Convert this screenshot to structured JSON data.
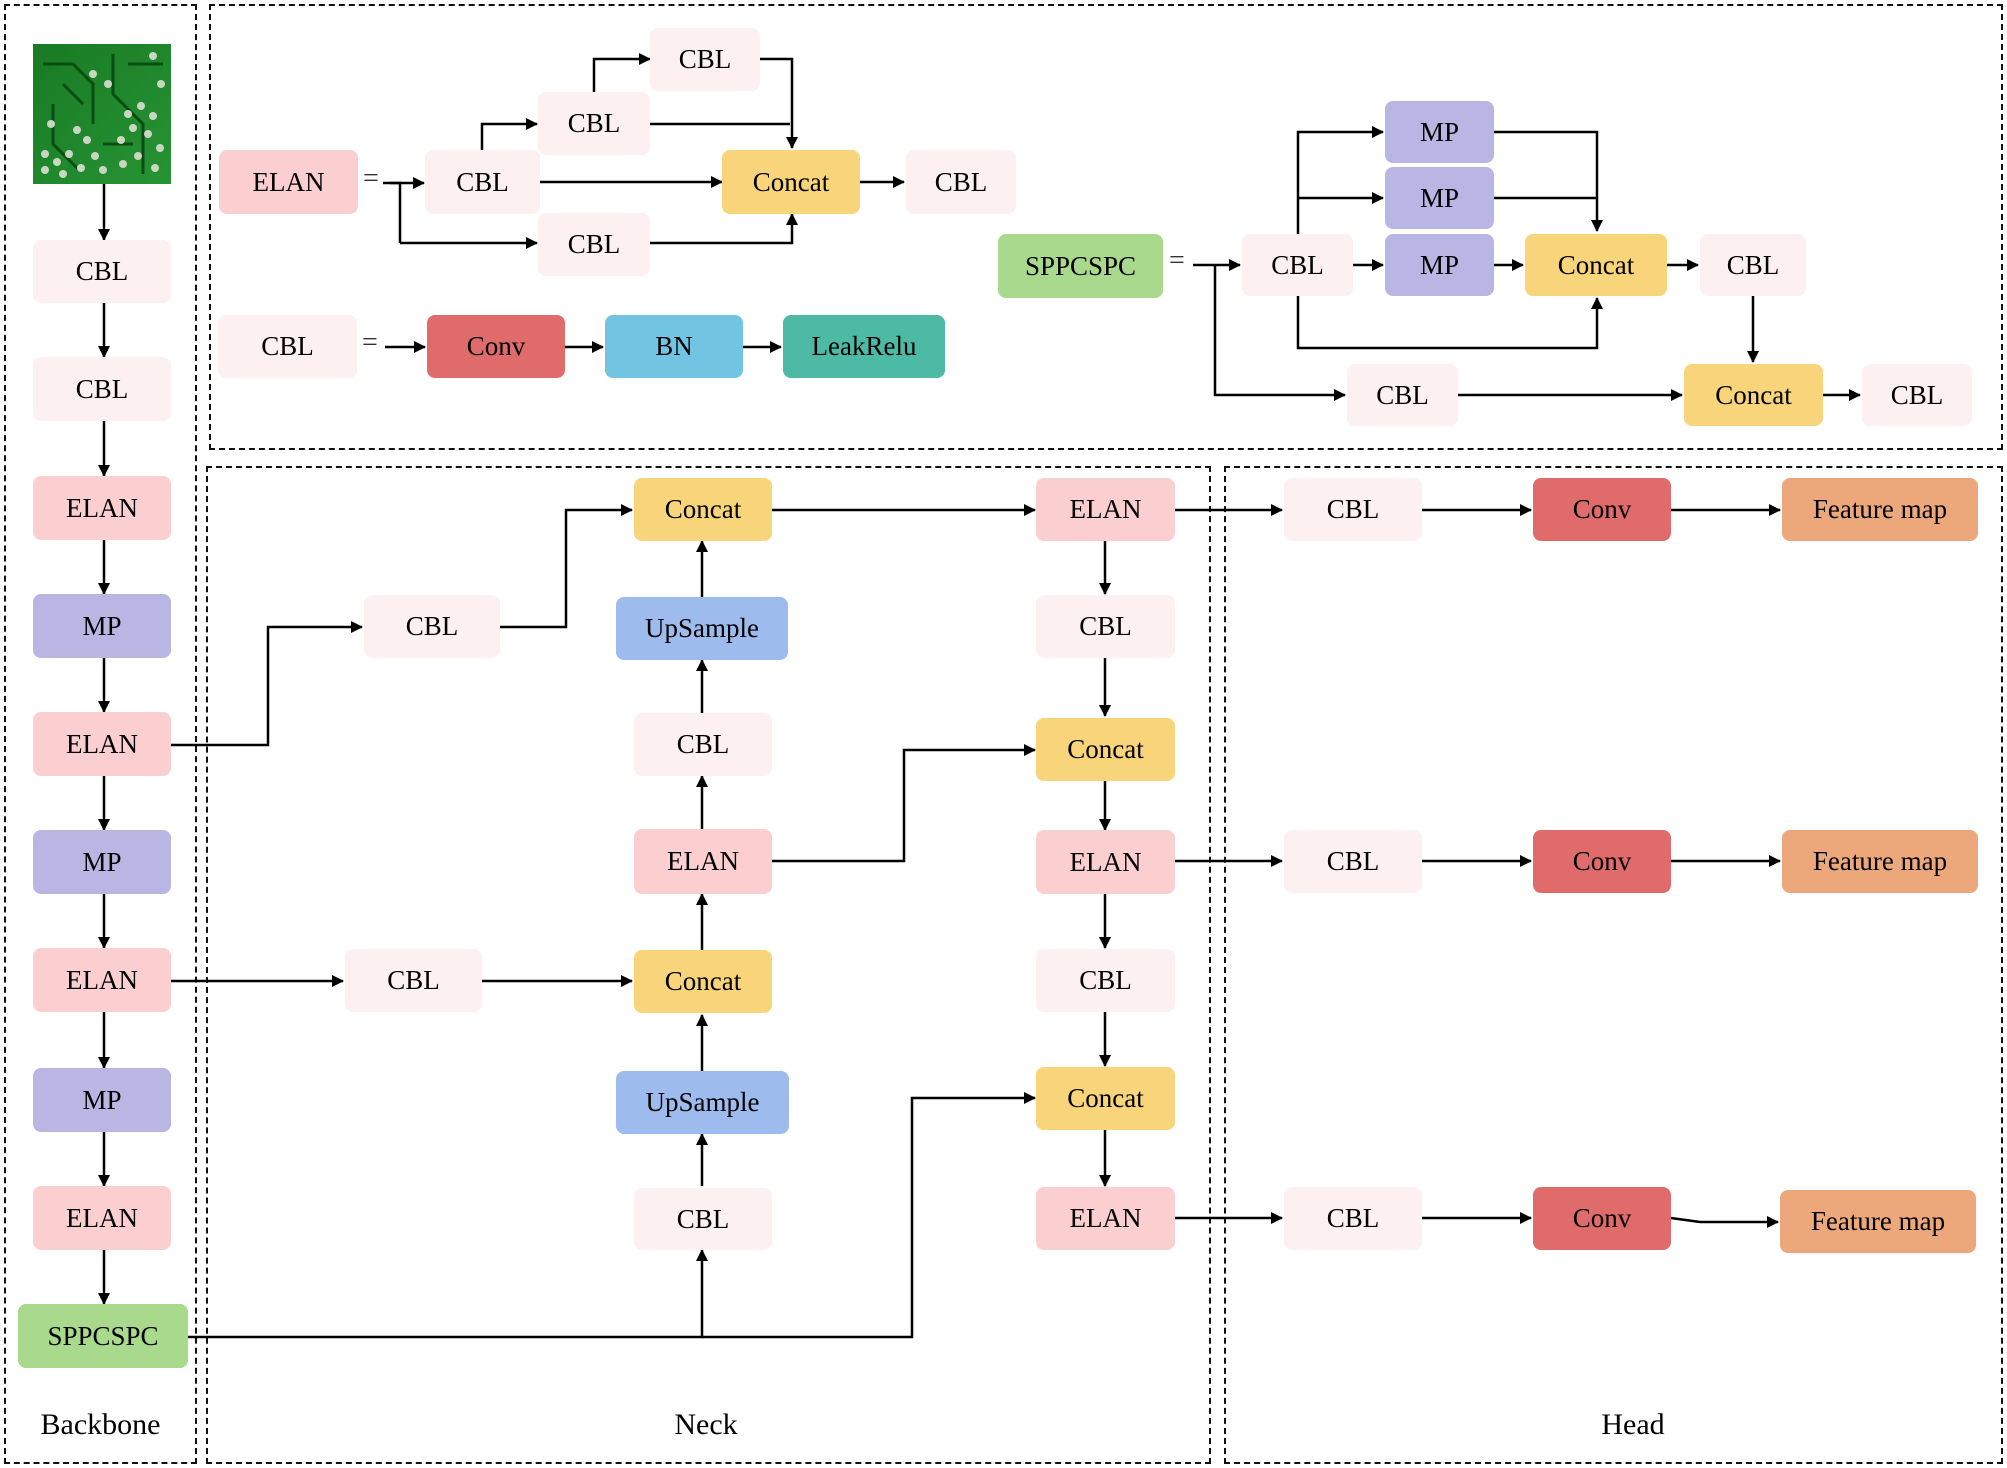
{
  "colors": {
    "CBL": "#fdf0f0",
    "ELAN": "#fbcfd0",
    "MP": "#b9b6e4",
    "SPPCSPC": "#a8d98c",
    "Concat": "#f8d57a",
    "UpSample": "#9dbbec",
    "Conv": "#e06b6b",
    "BN": "#72c5e2",
    "LeakRelu": "#4dbaa6",
    "Feature map": "#eca77a"
  },
  "regions": {
    "backbone": "Backbone",
    "neck": "Neck",
    "head": "Head"
  },
  "equals": "=",
  "nodes": {
    "bb_cbl1": "CBL",
    "bb_cbl2": "CBL",
    "bb_elan1": "ELAN",
    "bb_mp1": "MP",
    "bb_elan2": "ELAN",
    "bb_mp2": "MP",
    "bb_elan3": "ELAN",
    "bb_mp3": "MP",
    "bb_elan4": "ELAN",
    "bb_spp": "SPPCSPC",
    "leg_elan": "ELAN",
    "leg_e_cbl_in": "CBL",
    "leg_e_cbl_mid": "CBL",
    "leg_e_cbl_top": "CBL",
    "leg_e_cbl_bot": "CBL",
    "leg_e_concat": "Concat",
    "leg_e_cbl_out": "CBL",
    "leg_cbl": "CBL",
    "leg_conv": "Conv",
    "leg_bn": "BN",
    "leg_leak": "LeakRelu",
    "leg_spp": "SPPCSPC",
    "leg_s_cbl_in": "CBL",
    "leg_s_mp1": "MP",
    "leg_s_mp2": "MP",
    "leg_s_mp3": "MP",
    "leg_s_concat1": "Concat",
    "leg_s_cbl_r": "CBL",
    "leg_s_cbl_bot": "CBL",
    "leg_s_concat2": "Concat",
    "leg_s_cbl_out": "CBL",
    "nk_cbl_a": "CBL",
    "nk_cbl_b": "CBL",
    "nk_concat_top": "Concat",
    "nk_up1": "UpSample",
    "nk_cbl_c": "CBL",
    "nk_elan_c": "ELAN",
    "nk_concat_mid": "Concat",
    "nk_up2": "UpSample",
    "nk_cbl_d": "CBL",
    "nk_elan_r1": "ELAN",
    "nk_cbl_r1": "CBL",
    "nk_concat_r1": "Concat",
    "nk_elan_r2": "ELAN",
    "nk_cbl_r2": "CBL",
    "nk_concat_r2": "Concat",
    "nk_elan_r3": "ELAN",
    "hd_cbl1": "CBL",
    "hd_conv1": "Conv",
    "hd_fm1": "Feature map",
    "hd_cbl2": "CBL",
    "hd_conv2": "Conv",
    "hd_fm2": "Feature map",
    "hd_cbl3": "CBL",
    "hd_conv3": "Conv",
    "hd_fm3": "Feature map"
  }
}
